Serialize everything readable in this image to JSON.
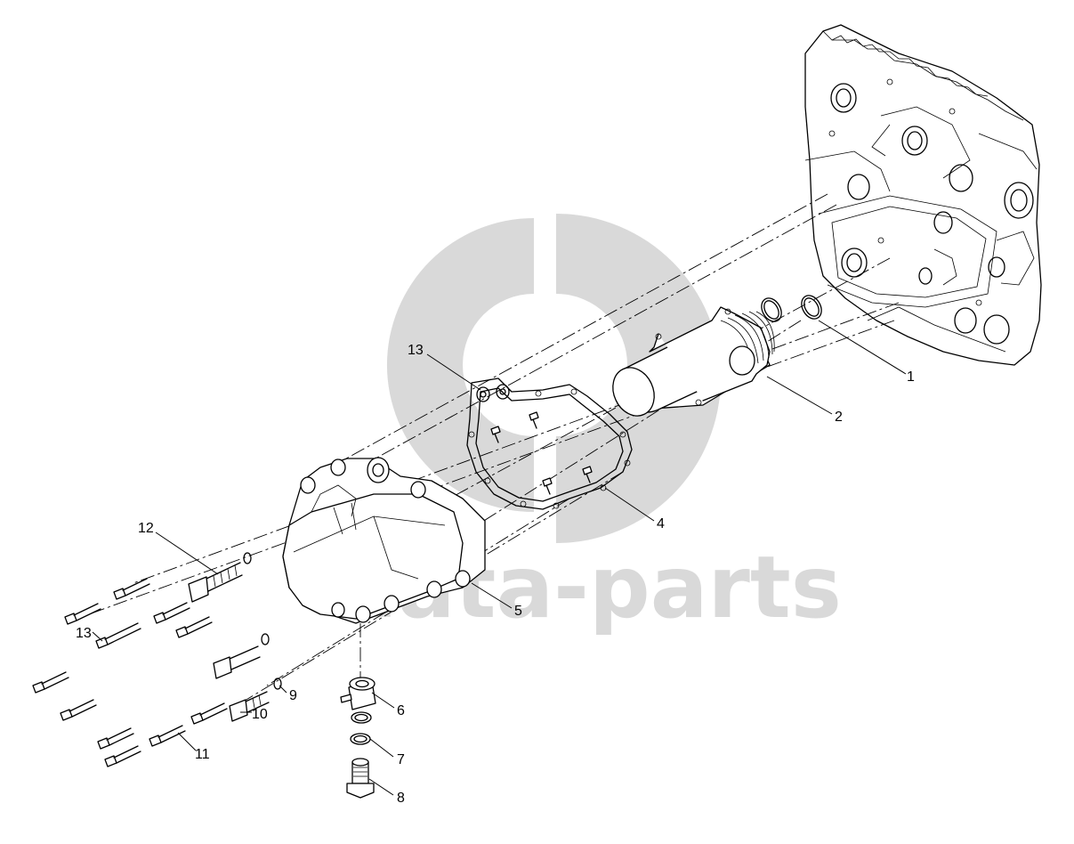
{
  "watermark": {
    "text": "data-parts",
    "color": "#d9d9d9"
  },
  "callouts": [
    {
      "id": "1",
      "label": "1"
    },
    {
      "id": "2",
      "label": "2"
    },
    {
      "id": "4",
      "label": "4"
    },
    {
      "id": "5",
      "label": "5"
    },
    {
      "id": "6",
      "label": "6"
    },
    {
      "id": "7",
      "label": "7"
    },
    {
      "id": "8",
      "label": "8"
    },
    {
      "id": "9",
      "label": "9"
    },
    {
      "id": "10",
      "label": "10"
    },
    {
      "id": "11",
      "label": "11"
    },
    {
      "id": "12",
      "label": "12"
    },
    {
      "id": "13a",
      "label": "13"
    },
    {
      "id": "13b",
      "label": "13"
    }
  ]
}
